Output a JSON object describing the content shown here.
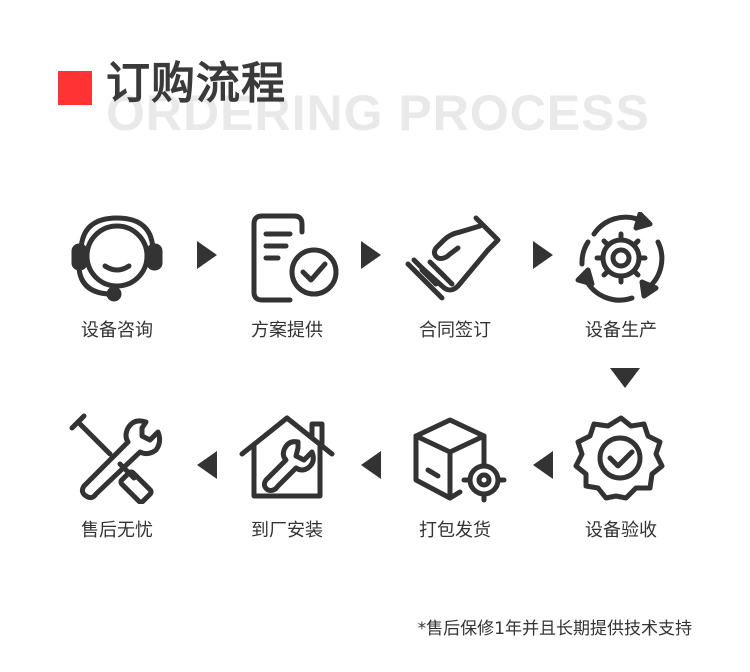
{
  "header": {
    "title_cn": "订购流程",
    "title_en": "ORDERING PROCESS",
    "accent_color": "#ff3333"
  },
  "steps": [
    {
      "label": "设备咨询",
      "icon": "headset-icon"
    },
    {
      "label": "方案提供",
      "icon": "document-check-icon"
    },
    {
      "label": "合同签订",
      "icon": "handshake-icon"
    },
    {
      "label": "设备生产",
      "icon": "gear-cycle-icon"
    },
    {
      "label": "设备验收",
      "icon": "badge-check-icon"
    },
    {
      "label": "打包发货",
      "icon": "package-gear-icon"
    },
    {
      "label": "到厂安装",
      "icon": "house-wrench-icon"
    },
    {
      "label": "售后无忧",
      "icon": "tools-icon"
    }
  ],
  "footnote": "*售后保修1年并且长期提供技术支持"
}
